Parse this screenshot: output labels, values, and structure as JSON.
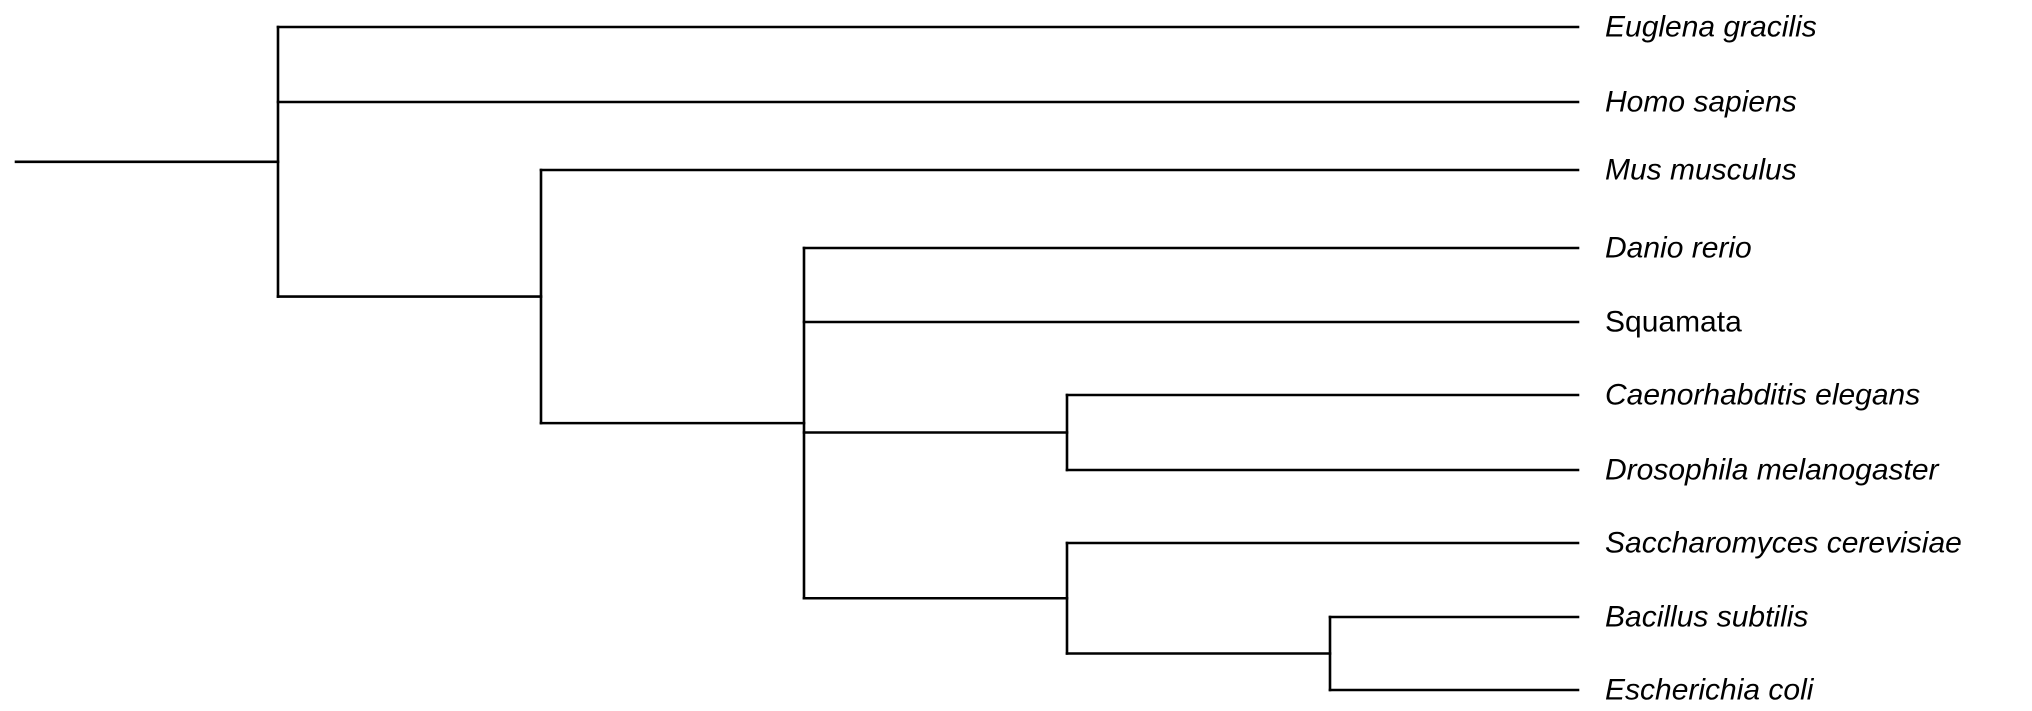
{
  "tree": {
    "line_color": "#000000",
    "leaves": [
      {
        "id": "euglena",
        "label": "Euglena gracilis",
        "italic": true
      },
      {
        "id": "homo",
        "label": "Homo sapiens",
        "italic": true
      },
      {
        "id": "mus",
        "label": "Mus musculus",
        "italic": true
      },
      {
        "id": "danio",
        "label": "Danio rerio",
        "italic": true
      },
      {
        "id": "squamata",
        "label": "Squamata",
        "italic": false
      },
      {
        "id": "caeno",
        "label": "Caenorhabditis elegans",
        "italic": true
      },
      {
        "id": "droso",
        "label": "Drosophila melanogaster",
        "italic": true
      },
      {
        "id": "sacch",
        "label": "Saccharomyces cerevisiae",
        "italic": true
      },
      {
        "id": "bacillus",
        "label": "Bacillus subtilis",
        "italic": true
      },
      {
        "id": "ecoli",
        "label": "Escherichia coli",
        "italic": true
      }
    ],
    "structure": {
      "children": [
        {
          "leaf": "euglena"
        },
        {
          "leaf": "homo"
        },
        {
          "children": [
            {
              "leaf": "mus"
            },
            {
              "children": [
                {
                  "leaf": "danio"
                },
                {
                  "leaf": "squamata"
                },
                {
                  "children": [
                    {
                      "leaf": "caeno"
                    },
                    {
                      "leaf": "droso"
                    }
                  ]
                },
                {
                  "children": [
                    {
                      "leaf": "sacch"
                    },
                    {
                      "children": [
                        {
                          "leaf": "bacillus"
                        },
                        {
                          "leaf": "ecoli"
                        }
                      ]
                    }
                  ]
                }
              ]
            }
          ]
        }
      ]
    }
  }
}
